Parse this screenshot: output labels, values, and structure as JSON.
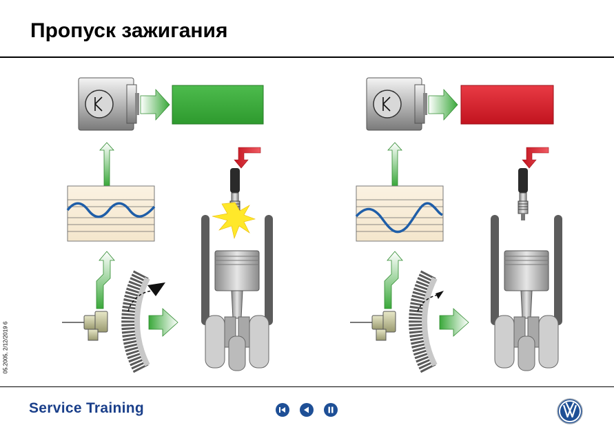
{
  "slide": {
    "title": "Пропуск зажигания",
    "footer_brand": "Service Training",
    "side_note": "05.2005, 2/12/2019    6"
  },
  "navigation": {
    "buttons": [
      {
        "name": "first-slide-button",
        "icon": "skip-to-start-icon"
      },
      {
        "name": "previous-slide-button",
        "icon": "back-icon"
      },
      {
        "name": "pause-button",
        "icon": "pause-icon"
      }
    ]
  },
  "panels": [
    {
      "name": "normal-combustion",
      "status_color": "#3aa83a",
      "spark": true
    },
    {
      "name": "misfire",
      "status_color": "#d4202b",
      "spark": false
    }
  ],
  "colors": {
    "accent": "#1e4f96",
    "ok": "#3aa83a",
    "fault": "#d4202b",
    "wave": "#1f5ea8"
  }
}
